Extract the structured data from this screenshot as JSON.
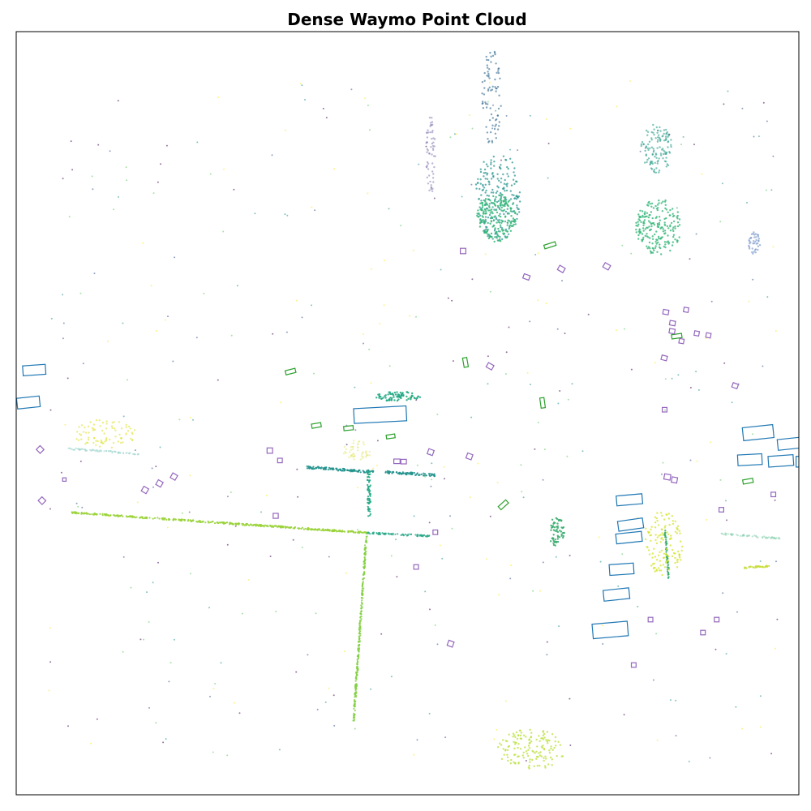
{
  "chart_data": {
    "type": "scatter",
    "title": "Dense Waymo Point Cloud",
    "xlabel": "",
    "ylabel": "",
    "xlim": [
      -100,
      100
    ],
    "ylim": [
      -100,
      100
    ],
    "grid": false,
    "legend": "none",
    "colormap": "viridis",
    "colors": {
      "vehicle_box": "#1f77b4",
      "pedestrian_box": "#9467bd",
      "cyclist_box": "#2ca02c",
      "frame": "#000000"
    },
    "boxes": [
      {
        "class": "vehicle",
        "x": -95.4,
        "y": 11.3,
        "length": 5.8,
        "width": 2.6,
        "heading": -4
      },
      {
        "class": "vehicle",
        "x": -96.9,
        "y": 2.8,
        "length": 5.8,
        "width": 2.8,
        "heading": -6
      },
      {
        "class": "vehicle",
        "x": -7.0,
        "y": -0.4,
        "length": 13.4,
        "width": 3.9,
        "heading": -3
      },
      {
        "class": "vehicle",
        "x": 89.6,
        "y": -5.1,
        "length": 7.8,
        "width": 3.4,
        "heading": -6
      },
      {
        "class": "vehicle",
        "x": 97.5,
        "y": -8.0,
        "length": 5.8,
        "width": 2.8,
        "heading": -6
      },
      {
        "class": "vehicle",
        "x": 87.5,
        "y": -12.2,
        "length": 6.2,
        "width": 2.8,
        "heading": -3
      },
      {
        "class": "vehicle",
        "x": 95.4,
        "y": -12.5,
        "length": 6.4,
        "width": 2.8,
        "heading": -4
      },
      {
        "class": "vehicle",
        "x": 102.7,
        "y": -12.7,
        "length": 6.8,
        "width": 2.8,
        "heading": 0
      },
      {
        "class": "vehicle",
        "x": 56.7,
        "y": -22.7,
        "length": 6.6,
        "width": 2.6,
        "heading": -5
      },
      {
        "class": "vehicle",
        "x": 57.0,
        "y": -29.2,
        "length": 6.4,
        "width": 2.6,
        "heading": -8
      },
      {
        "class": "vehicle",
        "x": 56.6,
        "y": -32.6,
        "length": 6.6,
        "width": 2.6,
        "heading": -6
      },
      {
        "class": "vehicle",
        "x": 54.7,
        "y": -40.9,
        "length": 6.2,
        "width": 2.8,
        "heading": -4
      },
      {
        "class": "vehicle",
        "x": 53.4,
        "y": -47.5,
        "length": 6.6,
        "width": 2.8,
        "heading": -6
      },
      {
        "class": "vehicle",
        "x": 51.8,
        "y": -56.8,
        "length": 9.0,
        "width": 3.8,
        "heading": -5
      },
      {
        "class": "cyclist",
        "x": 36.4,
        "y": 44.0,
        "length": 3.0,
        "width": 1.0,
        "heading": -18
      },
      {
        "class": "cyclist",
        "x": 68.8,
        "y": 20.2,
        "length": 2.6,
        "width": 1.1,
        "heading": -8
      },
      {
        "class": "cyclist",
        "x": -29.9,
        "y": 10.9,
        "length": 2.6,
        "width": 1.1,
        "heading": -14
      },
      {
        "class": "cyclist",
        "x": 14.8,
        "y": 13.3,
        "length": 2.4,
        "width": 1.1,
        "heading": 80
      },
      {
        "class": "cyclist",
        "x": 34.5,
        "y": 2.7,
        "length": 2.6,
        "width": 1.1,
        "heading": 82
      },
      {
        "class": "cyclist",
        "x": -23.3,
        "y": -3.2,
        "length": 2.4,
        "width": 1.1,
        "heading": -10
      },
      {
        "class": "cyclist",
        "x": -15.1,
        "y": -3.9,
        "length": 2.4,
        "width": 1.1,
        "heading": -6
      },
      {
        "class": "cyclist",
        "x": -4.3,
        "y": -6.1,
        "length": 2.2,
        "width": 1.0,
        "heading": -8
      },
      {
        "class": "cyclist",
        "x": 24.5,
        "y": -24.0,
        "length": 2.6,
        "width": 1.1,
        "heading": -42
      },
      {
        "class": "cyclist",
        "x": 87.0,
        "y": -17.8,
        "length": 2.6,
        "width": 1.1,
        "heading": -10
      },
      {
        "class": "pedestrian",
        "x": -93.9,
        "y": -9.5,
        "length": 1.4,
        "width": 1.4,
        "heading": 45
      },
      {
        "class": "pedestrian",
        "x": -93.4,
        "y": -22.9,
        "length": 1.4,
        "width": 1.4,
        "heading": 45
      },
      {
        "class": "pedestrian",
        "x": -87.7,
        "y": -17.4,
        "length": 0.9,
        "width": 0.9,
        "heading": 0
      },
      {
        "class": "pedestrian",
        "x": -67.1,
        "y": -20.1,
        "length": 1.4,
        "width": 1.4,
        "heading": 30
      },
      {
        "class": "pedestrian",
        "x": -63.4,
        "y": -18.4,
        "length": 1.4,
        "width": 1.4,
        "heading": 30
      },
      {
        "class": "pedestrian",
        "x": -59.7,
        "y": -16.6,
        "length": 1.4,
        "width": 1.4,
        "heading": 30
      },
      {
        "class": "pedestrian",
        "x": -35.2,
        "y": -9.8,
        "length": 1.4,
        "width": 1.4,
        "heading": 0
      },
      {
        "class": "pedestrian",
        "x": -32.6,
        "y": -12.4,
        "length": 1.2,
        "width": 1.2,
        "heading": 0
      },
      {
        "class": "pedestrian",
        "x": -33.7,
        "y": -26.9,
        "length": 1.3,
        "width": 1.3,
        "heading": 0
      },
      {
        "class": "pedestrian",
        "x": -2.7,
        "y": -12.6,
        "length": 1.6,
        "width": 1.2,
        "heading": 0
      },
      {
        "class": "pedestrian",
        "x": 5.9,
        "y": -10.2,
        "length": 1.4,
        "width": 1.4,
        "heading": 20
      },
      {
        "class": "pedestrian",
        "x": 15.8,
        "y": -11.3,
        "length": 1.4,
        "width": 1.4,
        "heading": 20
      },
      {
        "class": "pedestrian",
        "x": -1.0,
        "y": -12.7,
        "length": 1.4,
        "width": 1.2,
        "heading": 0
      },
      {
        "class": "pedestrian",
        "x": 7.1,
        "y": -31.2,
        "length": 1.2,
        "width": 1.2,
        "heading": 0
      },
      {
        "class": "pedestrian",
        "x": 2.2,
        "y": -40.3,
        "length": 1.2,
        "width": 1.2,
        "heading": 0
      },
      {
        "class": "pedestrian",
        "x": 11.0,
        "y": -60.4,
        "length": 1.4,
        "width": 1.4,
        "heading": 20
      },
      {
        "class": "pedestrian",
        "x": 30.4,
        "y": 35.7,
        "length": 1.6,
        "width": 1.2,
        "heading": 20
      },
      {
        "class": "pedestrian",
        "x": 39.3,
        "y": 37.8,
        "length": 1.6,
        "width": 1.3,
        "heading": 30
      },
      {
        "class": "pedestrian",
        "x": 50.9,
        "y": 38.5,
        "length": 1.6,
        "width": 1.3,
        "heading": 30
      },
      {
        "class": "pedestrian",
        "x": 14.2,
        "y": 42.5,
        "length": 1.4,
        "width": 1.4,
        "heading": 0
      },
      {
        "class": "pedestrian",
        "x": 21.1,
        "y": 12.3,
        "length": 1.6,
        "width": 1.3,
        "heading": 30
      },
      {
        "class": "pedestrian",
        "x": 66.0,
        "y": 26.5,
        "length": 1.4,
        "width": 1.2,
        "heading": 10
      },
      {
        "class": "pedestrian",
        "x": 67.7,
        "y": 23.6,
        "length": 1.4,
        "width": 1.2,
        "heading": 10
      },
      {
        "class": "pedestrian",
        "x": 71.2,
        "y": 27.1,
        "length": 1.2,
        "width": 1.2,
        "heading": 10
      },
      {
        "class": "pedestrian",
        "x": 73.9,
        "y": 20.9,
        "length": 1.2,
        "width": 1.2,
        "heading": 10
      },
      {
        "class": "pedestrian",
        "x": 67.6,
        "y": 21.5,
        "length": 1.4,
        "width": 1.2,
        "heading": 10
      },
      {
        "class": "pedestrian",
        "x": 70.0,
        "y": 18.9,
        "length": 1.2,
        "width": 1.2,
        "heading": 10
      },
      {
        "class": "pedestrian",
        "x": 65.6,
        "y": 14.5,
        "length": 1.4,
        "width": 1.2,
        "heading": 15
      },
      {
        "class": "pedestrian",
        "x": 76.9,
        "y": 20.4,
        "length": 1.2,
        "width": 1.2,
        "heading": 10
      },
      {
        "class": "pedestrian",
        "x": 83.7,
        "y": 7.2,
        "length": 1.4,
        "width": 1.2,
        "heading": 20
      },
      {
        "class": "pedestrian",
        "x": 65.7,
        "y": 0.9,
        "length": 1.2,
        "width": 1.2,
        "heading": 0
      },
      {
        "class": "pedestrian",
        "x": 66.4,
        "y": -16.7,
        "length": 1.6,
        "width": 1.4,
        "heading": 10
      },
      {
        "class": "pedestrian",
        "x": 68.2,
        "y": -17.5,
        "length": 1.4,
        "width": 1.4,
        "heading": 10
      },
      {
        "class": "pedestrian",
        "x": 80.2,
        "y": -25.3,
        "length": 1.2,
        "width": 1.2,
        "heading": 0
      },
      {
        "class": "pedestrian",
        "x": 93.5,
        "y": -21.3,
        "length": 1.2,
        "width": 1.2,
        "heading": 0
      },
      {
        "class": "pedestrian",
        "x": 79.0,
        "y": -54.1,
        "length": 1.2,
        "width": 1.2,
        "heading": 0
      },
      {
        "class": "pedestrian",
        "x": 75.5,
        "y": -57.5,
        "length": 1.2,
        "width": 1.2,
        "heading": 0
      },
      {
        "class": "pedestrian",
        "x": 62.1,
        "y": -54.1,
        "length": 1.2,
        "width": 1.2,
        "heading": 0
      },
      {
        "class": "pedestrian",
        "x": 57.8,
        "y": -66.0,
        "length": 1.2,
        "width": 1.2,
        "heading": 0
      }
    ]
  }
}
